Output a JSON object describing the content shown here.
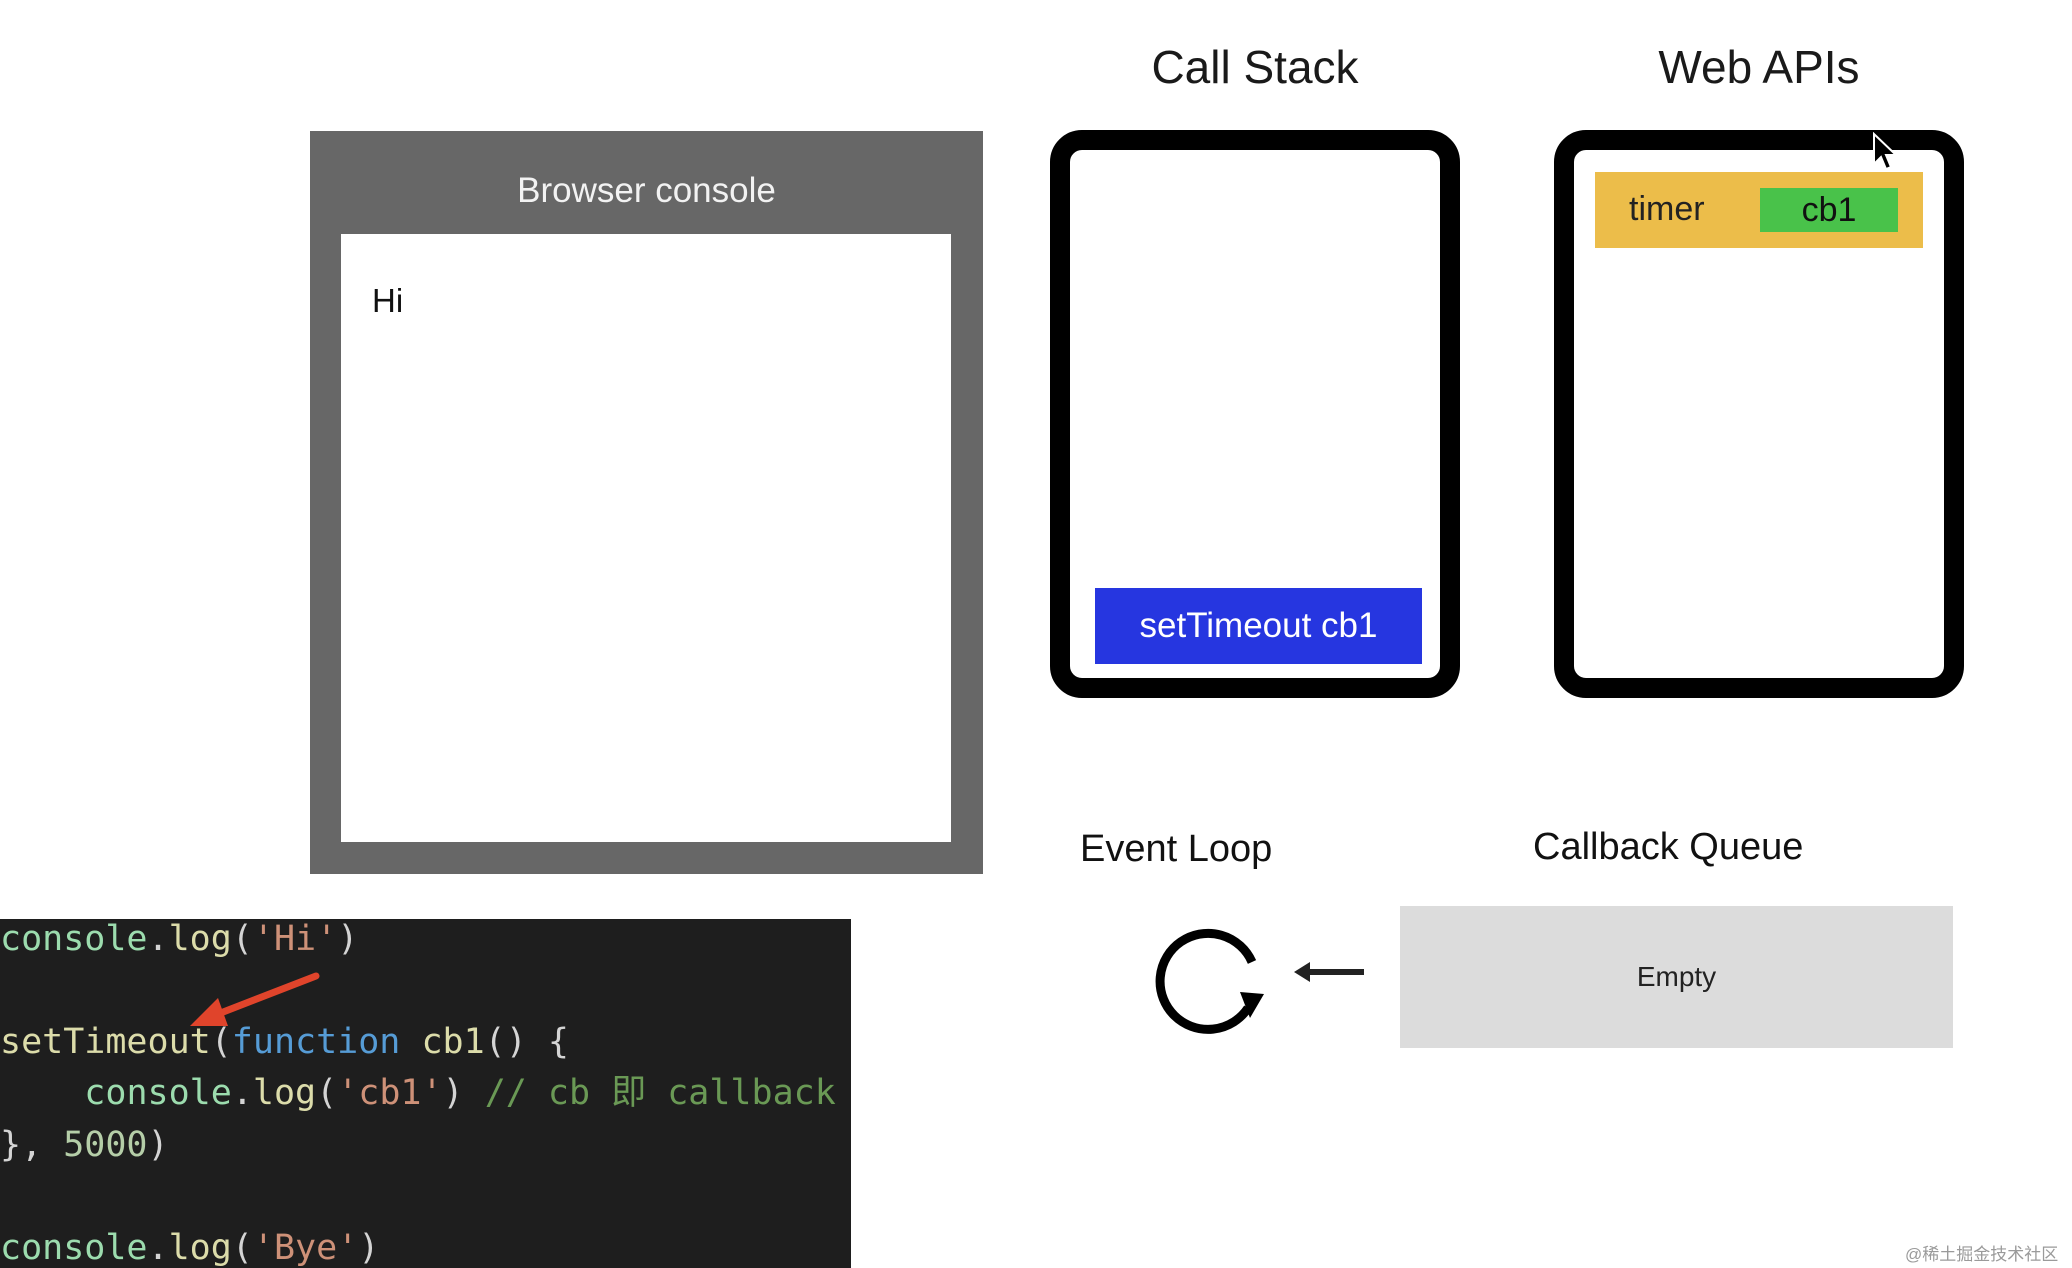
{
  "console": {
    "title": "Browser console",
    "output": "Hi"
  },
  "call_stack": {
    "title": "Call Stack",
    "item": "setTimeout cb1",
    "item_color": "#2636e0"
  },
  "web_apis": {
    "title": "Web APIs",
    "timer_label": "timer",
    "callback": "cb1",
    "timer_color": "#ecbd4a",
    "callback_color": "#49c24a"
  },
  "event_loop": {
    "title": "Event Loop",
    "icon": "loop-icon"
  },
  "callback_queue": {
    "title": "Callback Queue",
    "content": "Empty",
    "arrow_icon": "left-arrow-icon"
  },
  "code": {
    "line1": {
      "a": "console",
      "b": ".",
      "c": "log",
      "d": "(",
      "e": "'Hi'",
      "f": ")"
    },
    "line2": {
      "a": "setTimeout",
      "b": "(",
      "c": "function",
      "d": " ",
      "e": "cb1",
      "f": "() {"
    },
    "line3": {
      "indent": "    ",
      "a": "console",
      "b": ".",
      "c": "log",
      "d": "(",
      "e": "'cb1'",
      "f": ") ",
      "g": "// cb 即 callback"
    },
    "line4": {
      "a": "}, ",
      "b": "5000",
      "c": ")"
    },
    "line5": {
      "a": "console",
      "b": ".",
      "c": "log",
      "d": "(",
      "e": "'Bye'",
      "f": ")"
    }
  },
  "watermark": "@稀土掘金技术社区"
}
